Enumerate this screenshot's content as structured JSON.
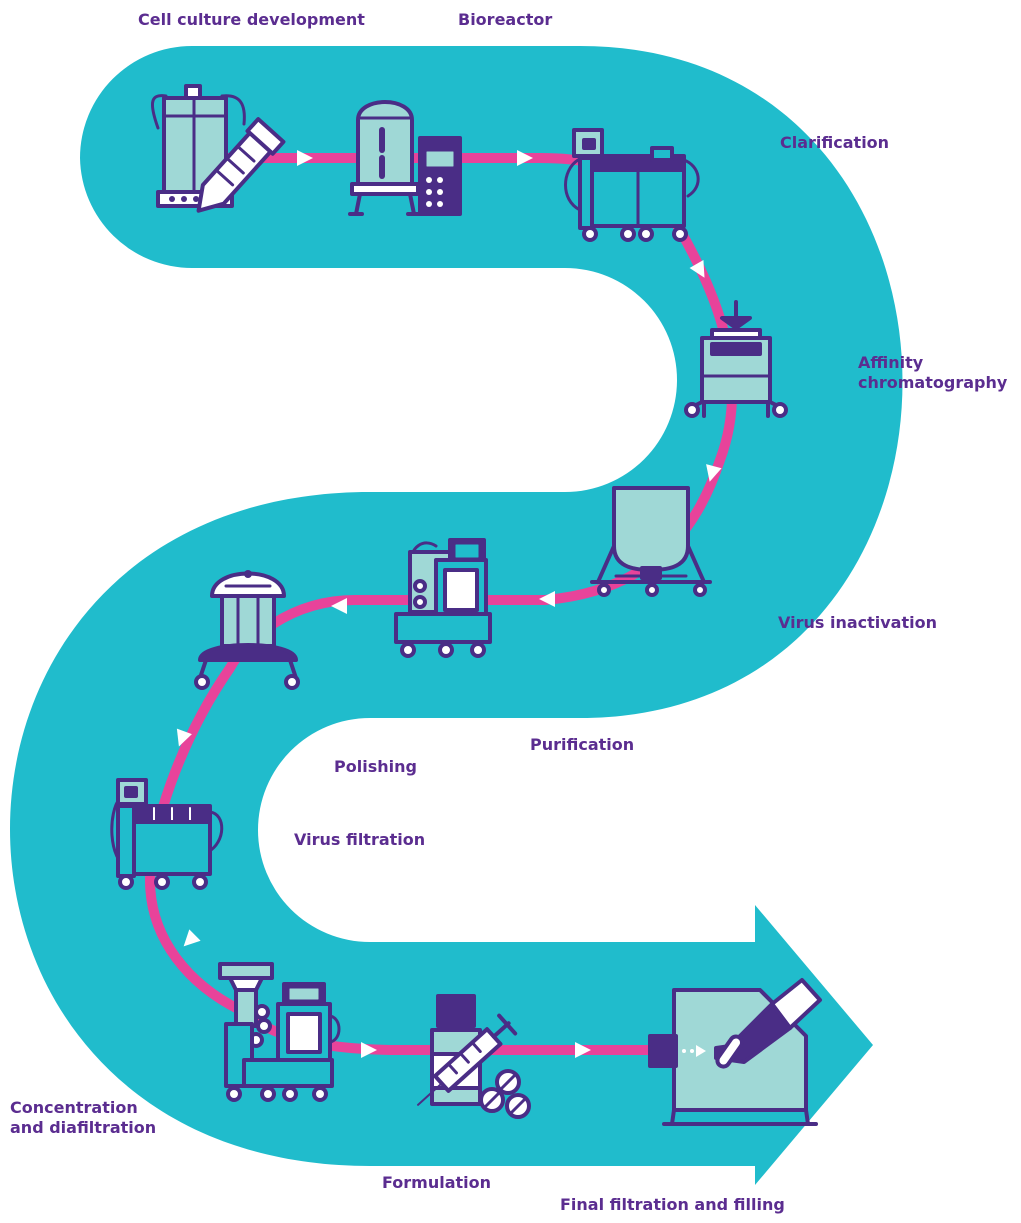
{
  "diagram": {
    "colors": {
      "band": "#20bccc",
      "flow_line": "#e8439a",
      "equipment_outline": "#4a2d86",
      "equipment_fill": "#9fd8d6",
      "label": "#5b2d90"
    },
    "stages": [
      {
        "id": "cell-culture",
        "label": "Cell culture development",
        "icon": "cell-culture-vessel-icon"
      },
      {
        "id": "bioreactor",
        "label": "Bioreactor",
        "icon": "bioreactor-icon"
      },
      {
        "id": "clarification",
        "label": "Clarification",
        "icon": "clarification-skid-icon"
      },
      {
        "id": "affinity",
        "label": "Affinity\nchromatography",
        "icon": "affinity-chromatography-column-icon"
      },
      {
        "id": "virus-inactivation",
        "label": "Virus inactivation",
        "icon": "inactivation-tank-icon"
      },
      {
        "id": "purification",
        "label": "Purification",
        "icon": "purification-system-icon"
      },
      {
        "id": "polishing",
        "label": "Polishing",
        "icon": "polishing-column-icon"
      },
      {
        "id": "virus-filtration",
        "label": "Virus filtration",
        "icon": "virus-filtration-skid-icon"
      },
      {
        "id": "concentration",
        "label": "Concentration\nand diafiltration",
        "icon": "tff-system-icon"
      },
      {
        "id": "formulation",
        "label": "Formulation",
        "icon": "vial-syringe-tablets-icon"
      },
      {
        "id": "final-filling",
        "label": "Final filtration and filling",
        "icon": "isolator-glovebox-icon"
      }
    ]
  }
}
